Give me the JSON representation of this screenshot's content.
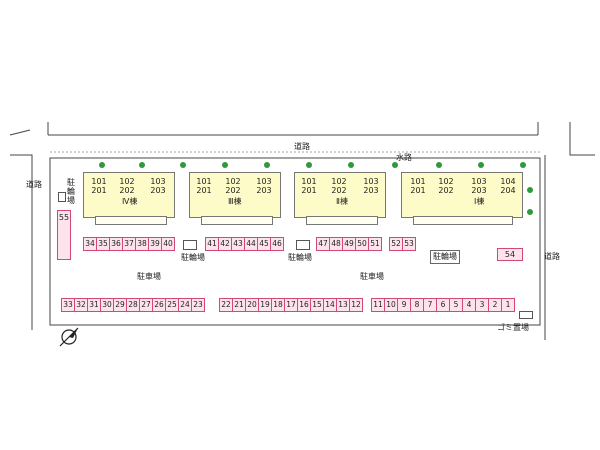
{
  "labels": {
    "road_top": "道路",
    "road_left": "道路",
    "road_right": "道路",
    "waterway": "水路",
    "bike_left": "駐輪場",
    "bike_1": "駐輪場",
    "bike_2": "駐輪場",
    "bike_3": "駐輪場",
    "parking_left": "駐車場",
    "parking_right": "駐車場",
    "garbage": "ゴミ置場"
  },
  "buildings": [
    {
      "name": "Ⅳ棟",
      "units": [
        "101",
        "102",
        "103"
      ],
      "units2": [
        "201",
        "202",
        "203"
      ]
    },
    {
      "name": "Ⅲ棟",
      "units": [
        "101",
        "102",
        "103"
      ],
      "units2": [
        "201",
        "202",
        "203"
      ]
    },
    {
      "name": "Ⅱ棟",
      "units": [
        "101",
        "102",
        "103"
      ],
      "units2": [
        "201",
        "202",
        "203"
      ]
    },
    {
      "name": "Ⅰ棟",
      "units": [
        "101",
        "102",
        "103",
        "104"
      ],
      "units2": [
        "201",
        "202",
        "203",
        "204"
      ]
    }
  ],
  "parking": {
    "single_55": "55",
    "single_54": "54",
    "upper_row_a": [
      "34",
      "35",
      "36",
      "37",
      "38",
      "39",
      "40"
    ],
    "upper_row_b": [
      "41",
      "42",
      "43",
      "44",
      "45",
      "46"
    ],
    "upper_row_c": [
      "47",
      "48",
      "49",
      "50",
      "51"
    ],
    "upper_row_d": [
      "52",
      "53"
    ],
    "lower_row_a": [
      "33",
      "32",
      "31",
      "30",
      "29",
      "28",
      "27",
      "26",
      "25",
      "24",
      "23"
    ],
    "lower_row_b": [
      "22",
      "21",
      "20",
      "19",
      "18",
      "17",
      "16",
      "15",
      "14",
      "13",
      "12"
    ],
    "lower_row_c": [
      "11",
      "10",
      "9",
      "8",
      "7",
      "6",
      "5",
      "4",
      "3",
      "2",
      "1"
    ]
  },
  "icons": {
    "north_arrow": "north-arrow-icon",
    "tree": "tree-icon"
  },
  "colors": {
    "parking_fill": "#fde4ec",
    "parking_border": "#d24a73",
    "building_fill": "#fdfbc8",
    "tree": "#2e9a3a"
  }
}
